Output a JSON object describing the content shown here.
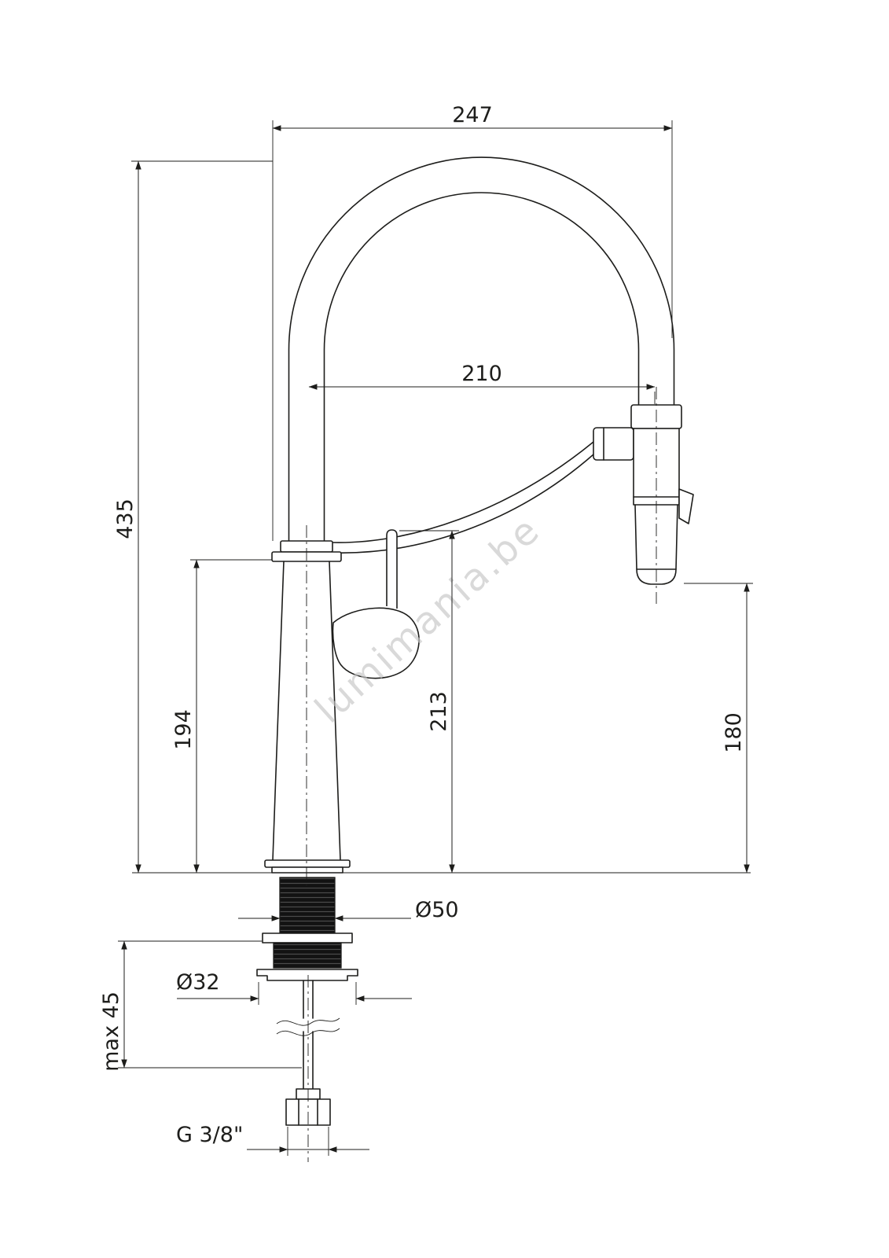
{
  "drawing": {
    "line_color": "#1d1d1b",
    "watermark": {
      "text": "lumimania.be",
      "color": "#c6c6c6"
    }
  },
  "dimensions": {
    "overall_reach": "247",
    "spout_reach": "210",
    "overall_height": "435",
    "deck_to_spout_base": "194",
    "deck_to_handle_top": "213",
    "deck_to_spray_outlet": "180",
    "base_diameter": "Ø50",
    "mounting_hole_diameter": "Ø32",
    "max_deck_thickness": "max 45",
    "supply_thread": "G 3/8\""
  }
}
